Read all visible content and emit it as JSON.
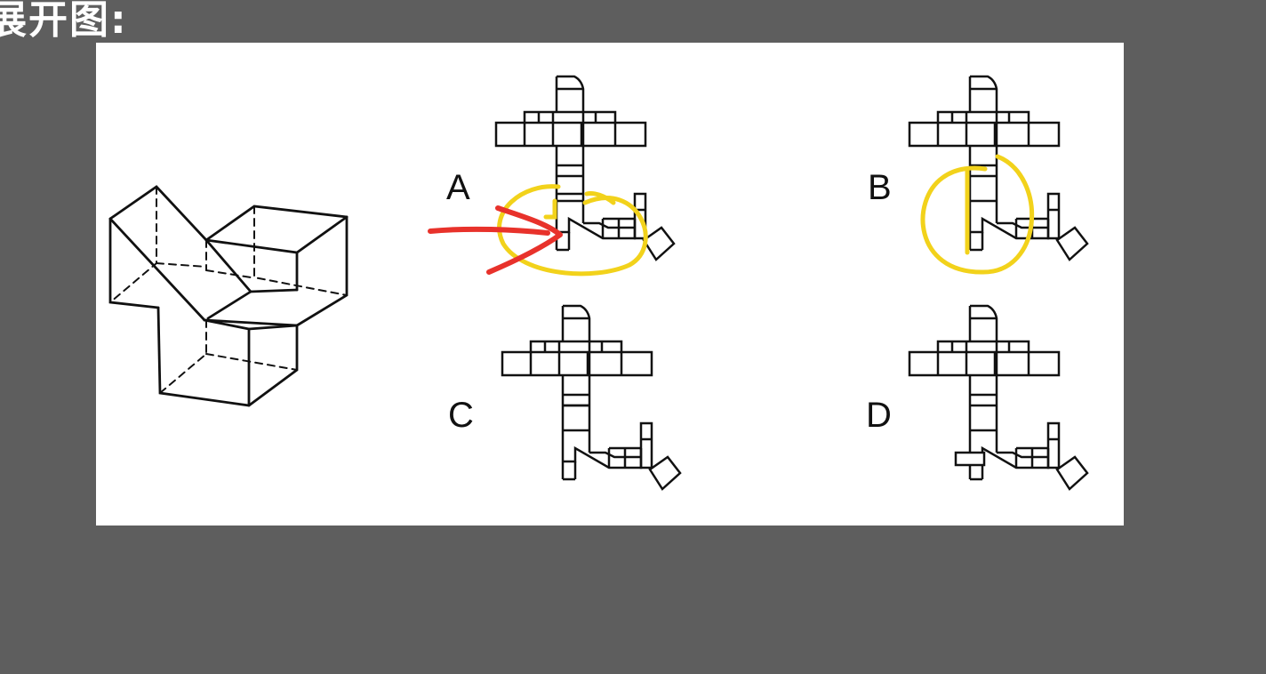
{
  "heading": "展开图:",
  "options": [
    {
      "label": "A"
    },
    {
      "label": "B"
    },
    {
      "label": "C"
    },
    {
      "label": "D"
    }
  ],
  "colors": {
    "background": "#5e5e5e",
    "panel": "#ffffff",
    "line": "#111111",
    "highlight_circle": "#f2d21b",
    "arrow": "#e8322b"
  },
  "annotations": [
    {
      "type": "circle",
      "target": "A",
      "color": "yellow"
    },
    {
      "type": "arrow",
      "target": "A",
      "color": "red"
    },
    {
      "type": "circle",
      "target": "B",
      "color": "yellow"
    }
  ]
}
